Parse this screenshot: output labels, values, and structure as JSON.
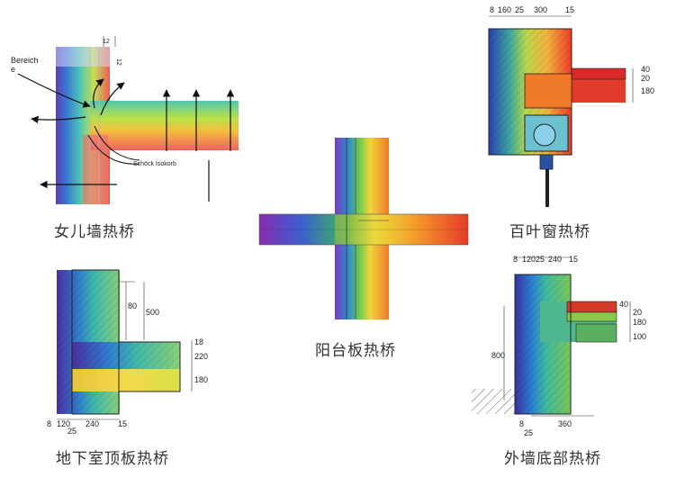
{
  "captions": {
    "parapet": "女儿墙热桥",
    "shutter": "百叶窗热桥",
    "balcony": "阳台板热桥",
    "basement": "地下室顶板热桥",
    "wallbase": "外墙底部热桥"
  },
  "parapet_labels": {
    "bereich": "Bereich",
    "bereich_e": "e",
    "isokorb": "Schöck Isokorb",
    "dim_12a": "12",
    "dim_12b": "12"
  },
  "shutter_dims": {
    "top": [
      "8",
      "160",
      "25",
      "300",
      "15"
    ],
    "right": [
      "40",
      "20",
      "180"
    ]
  },
  "basement_dims": {
    "v80": "80",
    "v500": "500",
    "r18": "18",
    "r220": "220",
    "r180": "180",
    "bottom": [
      "8",
      "120",
      "240",
      "15"
    ],
    "b25": "25"
  },
  "wallbase_dims": {
    "top": [
      "8",
      "120",
      "25",
      "240",
      "15"
    ],
    "right": [
      "40",
      "20",
      "180",
      "100"
    ],
    "v800": "800",
    "bottom_a": [
      "8",
      "25"
    ],
    "bottom_b": "360"
  }
}
